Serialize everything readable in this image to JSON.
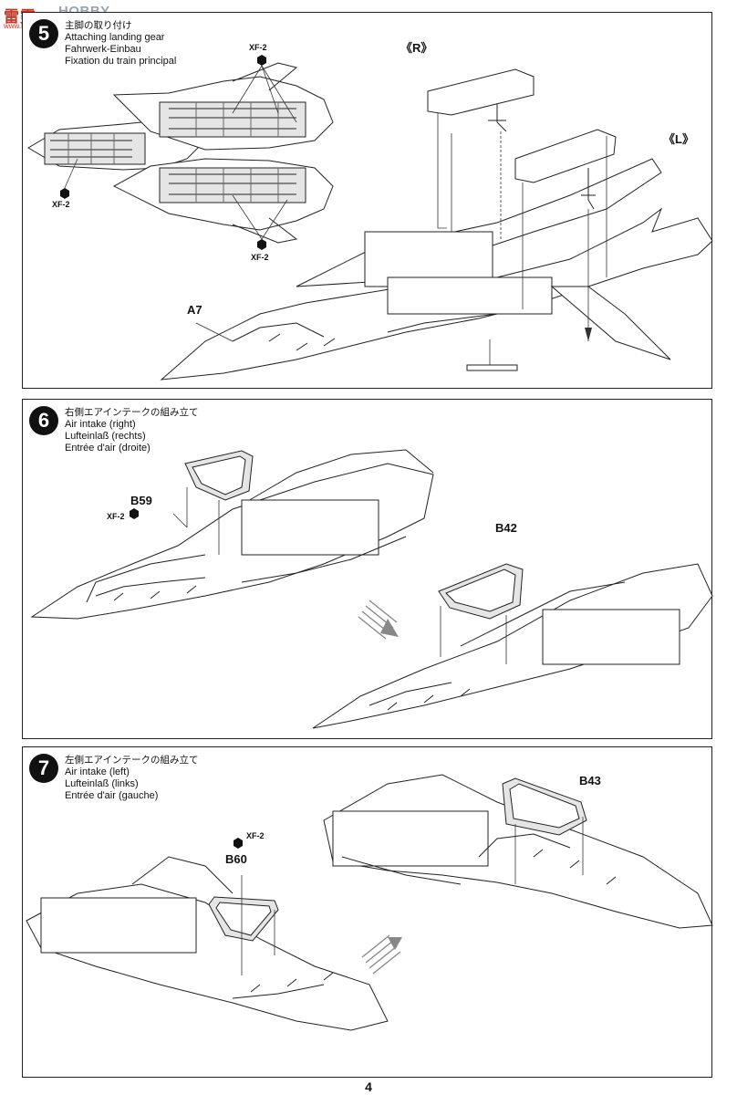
{
  "watermark": {
    "logo": "雷霆",
    "brand": "HOBBY SEARCH",
    "url": "www.hobbysearch.com"
  },
  "steps": [
    {
      "number": "5",
      "titles": [
        "主脚の取り付け",
        "Attaching landing gear",
        "Fahrwerk-Einbau",
        "Fixation du train principal"
      ],
      "parts": {
        "r": "《R》",
        "l": "《L》",
        "a7": "A7"
      },
      "xf": [
        "XF-2",
        "XF-2",
        "XF-2"
      ]
    },
    {
      "number": "6",
      "titles": [
        "右側エアインテークの組み立て",
        "Air intake (right)",
        "Lufteinlaß (rechts)",
        "Entrée d'air (droite)"
      ],
      "parts": {
        "b59": "B59",
        "b42": "B42"
      },
      "xf": [
        "XF-2"
      ]
    },
    {
      "number": "7",
      "titles": [
        "左側エアインテークの組み立て",
        "Air intake (left)",
        "Lufteinlaß (links)",
        "Entrée d'air (gauche)"
      ],
      "parts": {
        "b60": "B60",
        "b43": "B43"
      },
      "xf": [
        "XF-2"
      ]
    }
  ],
  "page_number": "4"
}
